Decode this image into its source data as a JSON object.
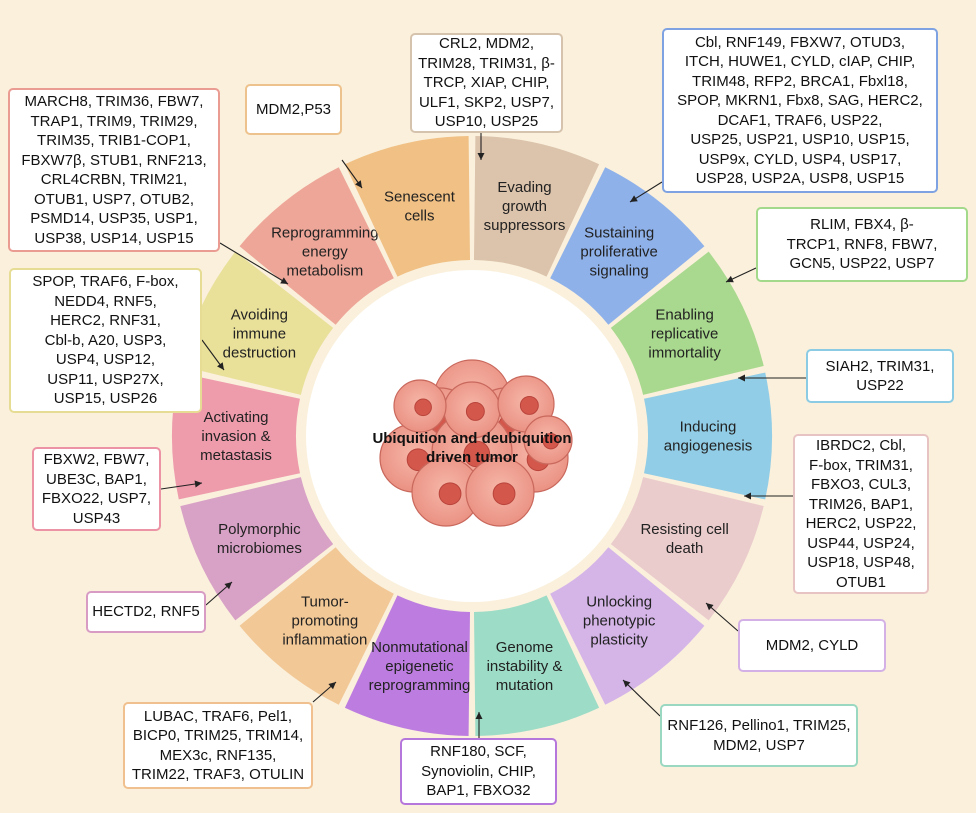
{
  "center": {
    "title_line1": "Ubiquition and deubiquition",
    "title_line2": "driven tumor",
    "icon": "tumor-cell-cluster-icon"
  },
  "segments": [
    {
      "label": [
        "Evading",
        "growth",
        "suppressors"
      ],
      "color": "#dcc3ab"
    },
    {
      "label": [
        "Sustaining",
        "proliferative",
        "signaling"
      ],
      "color": "#8fb1ea"
    },
    {
      "label": [
        "Enabling",
        "replicative",
        "immortality"
      ],
      "color": "#a9d98e"
    },
    {
      "label": [
        "Inducing",
        "angiogenesis"
      ],
      "color": "#91cde6"
    },
    {
      "label": [
        "Resisting cell",
        "death"
      ],
      "color": "#ebcccc"
    },
    {
      "label": [
        "Unlocking",
        "phenotypic",
        "plasticity"
      ],
      "color": "#d5b5e8"
    },
    {
      "label": [
        "Genome",
        "instability &",
        "mutation"
      ],
      "color": "#9ddcc6"
    },
    {
      "label": [
        "Nonmutational",
        "epigenetic",
        "reprogramming"
      ],
      "color": "#bd7de0"
    },
    {
      "label": [
        "Tumor-",
        "promoting",
        "inflammation"
      ],
      "color": "#f2c897"
    },
    {
      "label": [
        "Polymorphic",
        "microbiomes"
      ],
      "color": "#d8a1c6"
    },
    {
      "label": [
        "Activating",
        "invasion &",
        "metastasis"
      ],
      "color": "#ee9bac"
    },
    {
      "label": [
        "Avoiding",
        "immune",
        "destruction"
      ],
      "color": "#e9e09a"
    },
    {
      "label": [
        "Reprogramming",
        "energy",
        "metabolism"
      ],
      "color": "#eda698"
    },
    {
      "label": [
        "Senescent",
        "cells"
      ],
      "color": "#f0c084"
    }
  ],
  "boxes": [
    {
      "lines": [
        "CRL2, MDM2,",
        "TRIM28, TRIM31, β-",
        "TRCP, XIAP, CHIP,",
        "ULF1, SKP2, USP7,",
        "USP10, USP25"
      ],
      "border": "#d6c3ad"
    },
    {
      "lines": [
        "Cbl, RNF149, FBXW7, OTUD3,",
        "ITCH, HUWE1, CYLD, cIAP, CHIP,",
        "TRIM48, RFP2, BRCA1, Fbxl18,",
        "SPOP, MKRN1, Fbx8, SAG, HERC2,",
        "DCAF1, TRAF6, USP22,",
        "USP25, USP21, USP10, USP15,",
        "USP9x, CYLD, USP4, USP17,",
        "USP28, USP2A, USP8, USP15"
      ],
      "border": "#7fa3e2"
    },
    {
      "lines": [
        "RLIM, FBX4, β-",
        "TRCP1, RNF8, FBW7,",
        "GCN5, USP22, USP7"
      ],
      "border": "#a3d98a"
    },
    {
      "lines": [
        "SIAH2, TRIM31,",
        "USP22"
      ],
      "border": "#8ccbe4"
    },
    {
      "lines": [
        "IBRDC2, Cbl,",
        "F-box, TRIM31,",
        "FBXO3, CUL3,",
        "TRIM26, BAP1,",
        "HERC2, USP22,",
        "USP44, USP24,",
        "USP18, USP48,",
        "OTUB1"
      ],
      "border": "#e8c3c3"
    },
    {
      "lines": [
        "MDM2, CYLD"
      ],
      "border": "#d3b1e6"
    },
    {
      "lines": [
        "RNF126, Pellino1, TRIM25,",
        "MDM2, USP7"
      ],
      "border": "#9ad8c2"
    },
    {
      "lines": [
        "RNF180, SCF,",
        "Synoviolin, CHIP,",
        "BAP1, FBXO32"
      ],
      "border": "#b677dc"
    },
    {
      "lines": [
        "LUBAC, TRAF6, Pel1,",
        "BICP0, TRIM25, TRIM14,",
        "MEX3c, RNF135,",
        "TRIM22, TRAF3, OTULIN"
      ],
      "border": "#f0c08e"
    },
    {
      "lines": [
        "HECTD2, RNF5"
      ],
      "border": "#d89cc4"
    },
    {
      "lines": [
        "FBXW2, FBW7,",
        "UBE3C, BAP1,",
        "FBXO22, USP7,",
        "USP43"
      ],
      "border": "#ec93a6"
    },
    {
      "lines": [
        "SPOP, TRAF6, F-box,",
        "NEDD4, RNF5,",
        "HERC2, RNF31,",
        "Cbl-b, A20, USP3,",
        "USP4, USP12,",
        "USP11, USP27X,",
        "USP15, USP26"
      ],
      "border": "#e6dc93"
    },
    {
      "lines": [
        "MARCH8, TRIM36, FBW7,",
        "TRAP1, TRIM9, TRIM29,",
        "TRIM35, TRIB1-COP1,",
        "FBXW7β, STUB1, RNF213,",
        "CRL4CRBN, TRIM21,",
        "OTUB1, USP7, OTUB2,",
        "PSMD14, USP35, USP1,",
        "USP38, USP14, USP15"
      ],
      "border": "#ea9b92"
    },
    {
      "lines": [
        "MDM2,P53"
      ],
      "border": "#eec28c"
    }
  ]
}
